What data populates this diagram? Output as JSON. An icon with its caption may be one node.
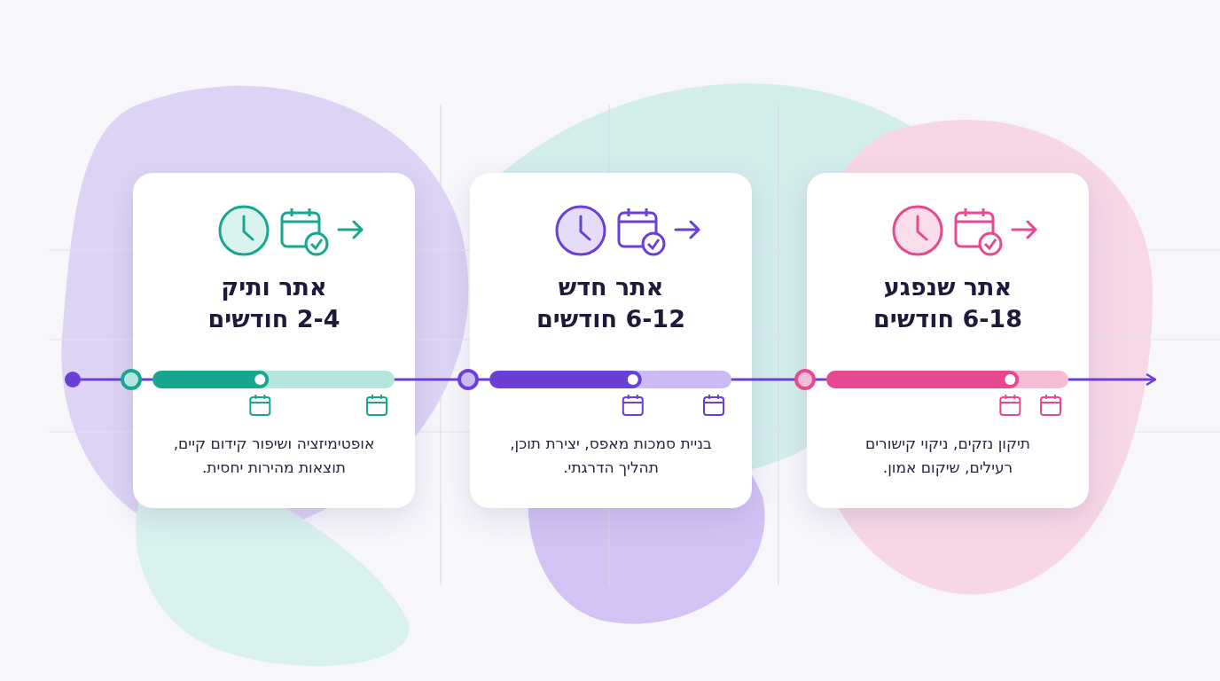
{
  "diagram": {
    "nodes": [
      {
        "text": [
          "אתר שנפגע",
          "6-18 חודשים",
          "תיקון נזקים, ניקוי קישורים רעילים, שיקום אמון."
        ]
      },
      {
        "text": [
          "אתר חדש",
          "6-12 חודשים",
          "בניית סמכות מאפס, יצירת תוכן, תהליך הדרגתי."
        ]
      },
      {
        "text": [
          "אתר ותיק",
          "2-4 חודשים",
          "אופטימיזציה ושיפור קידום קיים, תוצאות מהירות יחסית."
        ]
      }
    ],
    "edges": []
  }
}
